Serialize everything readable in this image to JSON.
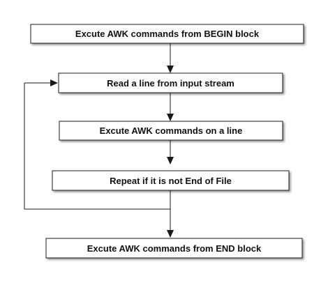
{
  "flowchart": {
    "nodes": [
      {
        "id": "begin",
        "label": "Excute AWK commands from BEGIN block"
      },
      {
        "id": "read",
        "label": "Read a line from input stream"
      },
      {
        "id": "execute",
        "label": "Excute AWK commands on a line"
      },
      {
        "id": "repeat",
        "label": "Repeat if it is not End of File"
      },
      {
        "id": "end",
        "label": "Excute AWK commands from END block"
      }
    ],
    "edges": [
      {
        "from": "begin",
        "to": "read"
      },
      {
        "from": "read",
        "to": "execute"
      },
      {
        "from": "execute",
        "to": "repeat"
      },
      {
        "from": "repeat",
        "to": "end"
      },
      {
        "from": "repeat",
        "to": "read",
        "type": "loop-back"
      }
    ]
  }
}
